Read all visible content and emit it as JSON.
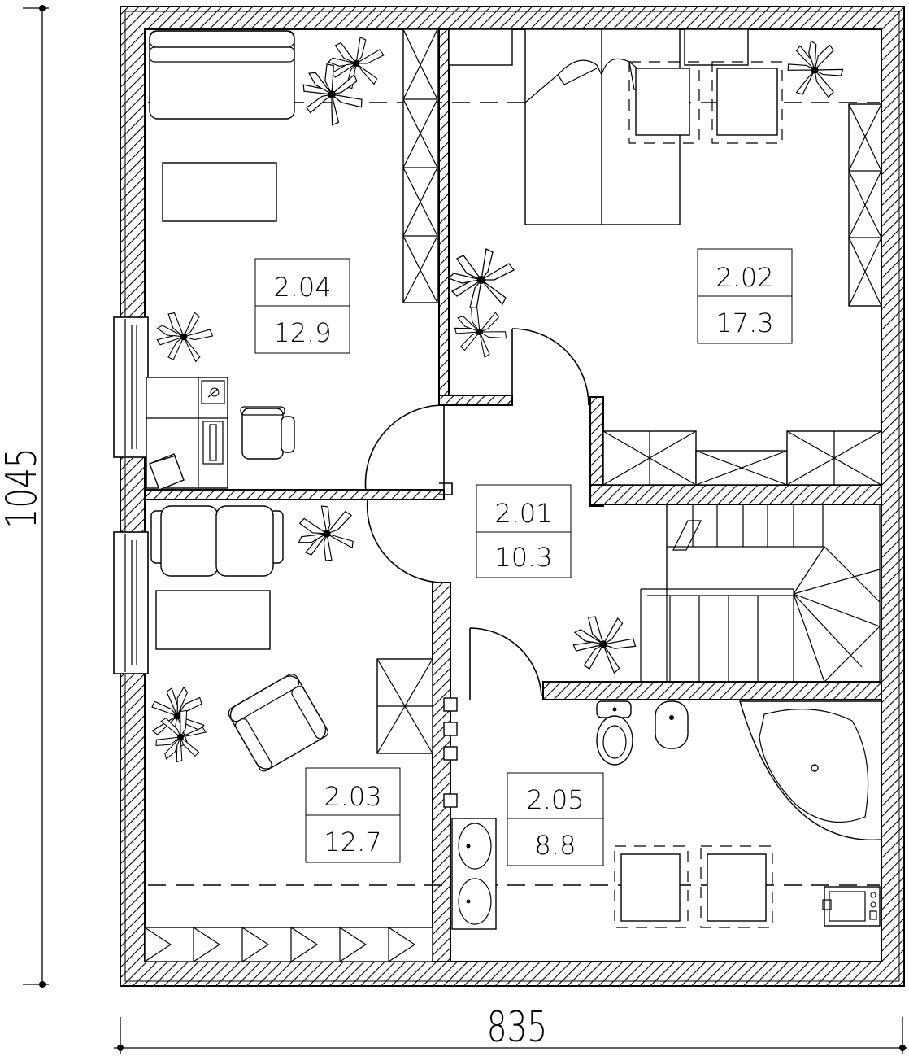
{
  "dimensions": {
    "width_label": "835",
    "height_label": "1045"
  },
  "rooms": [
    {
      "id": "2.01",
      "area": "10.3"
    },
    {
      "id": "2.02",
      "area": "17.3"
    },
    {
      "id": "2.03",
      "area": "12.7"
    },
    {
      "id": "2.04",
      "area": "12.9"
    },
    {
      "id": "2.05",
      "area": "8.8"
    }
  ]
}
